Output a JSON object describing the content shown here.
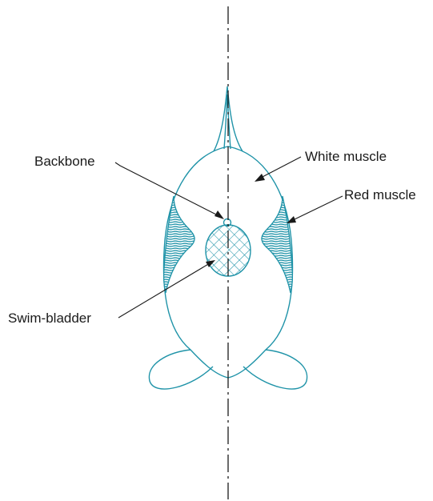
{
  "labels": {
    "backbone": "Backbone",
    "white_muscle": "White muscle",
    "red_muscle": "Red muscle",
    "swim_bladder": "Swim-bladder"
  },
  "colors": {
    "outline": "#1f93a8",
    "red_muscle_fill": "#1f93a8",
    "text": "#1a1a1a",
    "axis": "#1a1a1a"
  }
}
